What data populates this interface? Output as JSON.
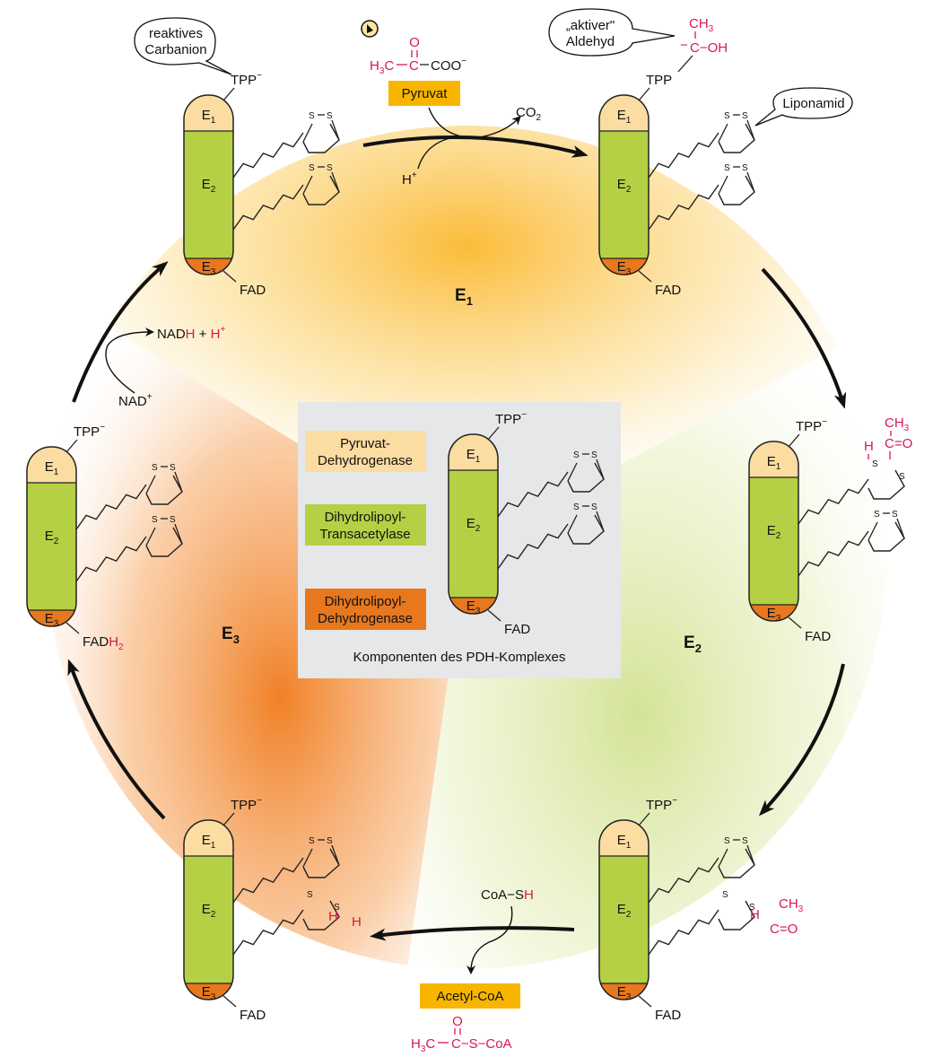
{
  "sections": {
    "e1": {
      "main": "E",
      "sub": "1"
    },
    "e2": {
      "main": "E",
      "sub": "2"
    },
    "e3": {
      "main": "E",
      "sub": "3"
    }
  },
  "enzyme_parts": {
    "e1": {
      "main": "E",
      "sub": "1"
    },
    "e2": {
      "main": "E",
      "sub": "2"
    },
    "e3": {
      "main": "E",
      "sub": "3"
    }
  },
  "cofactors": {
    "tpp_minus": "TPP",
    "minus": "−",
    "tpp": "TPP",
    "fad": "FAD",
    "fadh2_prefix": "FAD",
    "fadh2_red": "H",
    "fadh2_sub": "2"
  },
  "sulfur": "S",
  "bubbles": {
    "carbanion_line1": "reaktives",
    "carbanion_line2": "Carbanion",
    "aldehyde_line1": "„aktiver\"",
    "aldehyde_line2": "Aldehyd",
    "liponamid": "Liponamid"
  },
  "reagents": {
    "pyruvat": "Pyruvat",
    "pyruvat_formula_left": "H",
    "pyruvat_formula_sub": "3",
    "pyruvat_formula_c": "C",
    "pyruvat_formula_right": "COO",
    "pyruvat_o": "O",
    "co2_main": "CO",
    "co2_sub": "2",
    "h_plus": "H",
    "plus": "+",
    "nadh_prefix": "NAD",
    "nadh_red": "H",
    "nadh_mid": " + ",
    "nadh_h": "H",
    "nad_plus": "NAD",
    "coa_sh_prefix": "CoA−S",
    "coa_sh_red": "H",
    "acetyl_coa": "Acetyl-CoA",
    "acetyl_formula_right": "C−S−CoA"
  },
  "groups": {
    "ch3": "CH",
    "ch3_sub": "3",
    "c_oh": "C−OH",
    "h": "H",
    "c_o": "C=O"
  },
  "legend": {
    "e1_line1": "Pyruvat-",
    "e1_line2": "Dehydrogenase",
    "e2_line1": "Dihydrolipoyl-",
    "e2_line2": "Transacetylase",
    "e3_line1": "Dihydrolipoyl-",
    "e3_line2": "Dehydrogenase",
    "caption": "Komponenten des PDH-Komplexes"
  },
  "colors": {
    "e1_fill": "#fbdca1",
    "e2_fill": "#b5d044",
    "e3_fill": "#e8781e",
    "label_box": "#f7b500",
    "highlight": "#d8174f",
    "legend_bg": "#e6e7e9"
  }
}
